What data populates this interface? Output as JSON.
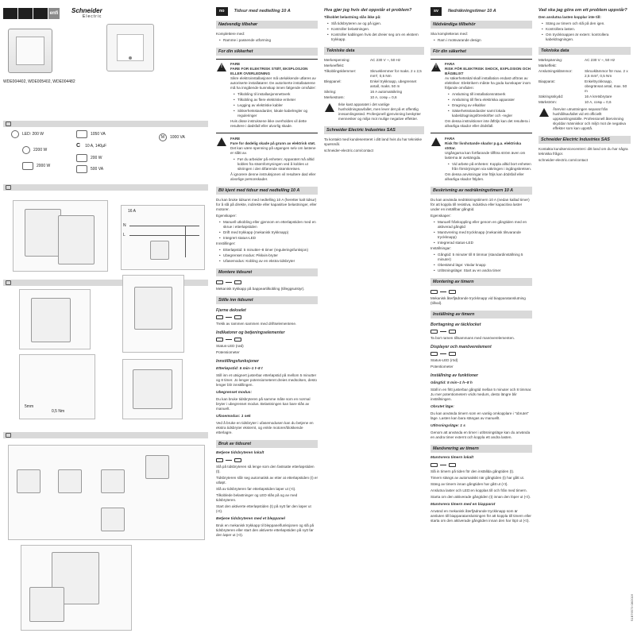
{
  "cover": {
    "lang_tag": "enfi",
    "brand_name": "Schneider",
    "brand_sub": "Electric",
    "refs": "WDE004402, WDE005402, WDE004482"
  },
  "loads": {
    "items": [
      {
        "label": "LED: 200 W"
      },
      {
        "label": "2200 W"
      },
      {
        "label": "2000 W"
      },
      {
        "label": "1050 VA"
      },
      {
        "label": "10 A, 140µF"
      },
      {
        "label": "200 W"
      },
      {
        "label": "500 VA"
      },
      {
        "label": "1000 VA"
      }
    ],
    "marker_c": "C",
    "marker_m": "M"
  },
  "wiring": {
    "fuse": "16 A",
    "n": "N",
    "l": "L",
    "length": "5mm",
    "nm": "0,5 Nm"
  },
  "no": {
    "lang": "no",
    "title": "Tidsur med nedtelling 10 A",
    "sec_tools": "Nødvendig tilbehør",
    "tools_intro": "Komplettere med:",
    "tools_item": "Ramme i passende utforming",
    "sec_safety": "For din sikkerhet",
    "danger_label": "FARE",
    "danger_title": "FARE FOR ELEKTRISK STØT, EKSPLOSJON ELLER OVERLEDNING",
    "danger_p1": "Sikre elektroinstallasjoner må utelukkende utføres av autoriserte installatører. De autoriserte installatørene må ha inngående kunnskap innen følgende områder:",
    "danger_list": [
      "Tilkobling til installasjonsnettverk",
      "Tilkobling av flere elektriske enheter",
      "Legging av elektriske kabler",
      "Sikkerhetsstandarder, lokale kabelregler og reguleringer"
    ],
    "danger_p2": "Hvis disse instruksene ikke overholdes vil dette resultere i dødsfall eller alvorlig skade.",
    "danger2_label": "FARE",
    "danger2_title": "Fare for dødelig skade på grunn av elektrisk støt.",
    "danger2_p": "Det kan være spenning på utgangen selv om lastene er slått av.",
    "danger2_list": [
      "Før du arbeider på enheten: Apparatet må alltid kobles fra strømforsyningen ved å kobles ut sikringen i den tilførende strømkretsen."
    ],
    "danger2_p2": "Å ignorere denne instruksjonen vil resultere død eller alvorlige personskader.",
    "sec_meet": "Bli kjent med tidsur med nedtelling 10 A",
    "meet_p1": "Du kan bruke tidsuret med nedtelling 10 A (heretter kalt tidsur) for å slå på direkte, indirekte eller kapasitive belastninger, eller motorer.",
    "meet_props": "Egenskaper:",
    "meet_list": [
      "Manuell utkobling eller gjennom en etterløpstiden med en skrue i etterløpstiden",
      "Drift med trykkapp (mekanisk trykknapp)",
      "Integrert status-LED"
    ],
    "meet_inst": "Innstillinger:",
    "meet_list2": [
      "Etterløpstid: 5 minutter–8 timer (reguleringsfunksjon)",
      "Ubegrenset modus: Pikkvis-bryter",
      "Ufasemodus: Kobling av en ekstra tidsbryter"
    ],
    "sec_mount": "Montere tidsuret",
    "mount_p": "Mekanisk trykkapp på bappeartilkobling (tilleggsutstyr).",
    "sec_set": "Stille inn tidsuret",
    "set_remove": "Fjerne dekselet",
    "set_remove_p": "Trekk av rammen sammen med driftselementene.",
    "set_indic": "Indikatorer og betjeningselementer",
    "set_indic_l1": "Status-LED (rød)",
    "set_indic_l2": "Potensiometer",
    "set_func": "Innstillingsfunksjoner",
    "set_f1": "Etterløpstid: 5 min–1 t–8 t",
    "set_f1_p": "Still inn et utsignert justerbar etterløpstid på mellom 5 minutter og 8 timer. Jo lenger potensiometeret dreies medsolsen, desto lenger blir innstillingen.",
    "set_f2": "Ubegrenset modus:",
    "set_f2_p": "Du kan bruke tidsbryteren på samme måte som en normal bryter i ubegrenset modus. Belastningen kan bare slås av manuelt.",
    "set_f3": "Ufasemodus: 1 sek",
    "set_f3_p": "Ved å bruke en tidsbryter i ufasemodusen kan du betjene en ekstra tidsbryter eksternt, og enkle motorer/blokkende etterlagre.",
    "sec_use": "Bruk av tidsuret",
    "use_a": "Betjene tidsbryteren lokalt",
    "use_a_l1": "Slå på tidsbryteren så lenge som den fastsatte etterløpstiden (t).",
    "use_a_l2": "Tidsbryteren slår seg automatisk av etter at etterløpstiden (t) er utløpt.",
    "use_a_l3": "Slå av tidsbryteren før etterløpstiden løper ut (<t).",
    "use_a_p": "Tilkoblede belastninger og LED slås på og av med tidsbryteren.",
    "use_a_l4": "Start den aktiverte etterløpstiden (t) på nytt før den løper ut (<t).",
    "use_b": "Betjene tidsbryteren med et bleppanel",
    "use_b_p": "Bruk en mekanisk trykkapp til bleppanelfunksjonen og slå på tidsbryteren eller start den aktiverte etterløpstiden på nytt før den løper ut (<t)."
  },
  "no2": {
    "q_title": "Hva gjør jeg hvis det oppstår et problem?",
    "q_sub": "Tilkoblet belastning slås ikke på:",
    "q_list": [
      "Slå tidsbryteren av og på igjen.",
      "Kontroller belastningen.",
      "Kontroller kablingen hvis det dreier seg om en ekstern trykkapp."
    ],
    "sec_tech": "Tekniske data",
    "tech": [
      {
        "k": "Merkespenning:",
        "v": "AC 230 V ~, 50 Hz"
      },
      {
        "k": "Merkeeffekt:",
        "v": ""
      },
      {
        "k": "Tilkoblingsklemmer:",
        "v": "Skrueklemmer for maks. 2 x 2,5 mm², 0,5 Nm"
      },
      {
        "k": "Bleppanel:",
        "v": "Enkel trykknapp, ubegrenset antall, maks. 50 m"
      },
      {
        "k": "Sikring:",
        "v": "16 A automatsikring"
      },
      {
        "k": "Merkestrøm:",
        "v": "10 A, cosφ = 0,6"
      }
    ],
    "tech_note": "Ikke kast apparatet i det vanlige husholdningsavfallet, men lever det på et offentlig innsamlingssted. Profesjonell gjenvinning beskytter mennesker og miljø mot mulige negative effekter.",
    "sec_company": "Schneider Electric Industries SAS",
    "company_p": "Ta kontakt med kundesenteret i ditt land hvis du har tekniske spørsmål.",
    "company_url": "schneider-electric.com/contact"
  },
  "sv": {
    "lang": "sv",
    "title": "Nedräkningstimer 10 A",
    "sec_tools": "Nödvändiga tillbehör",
    "tools_intro": "Ska kompletteras med:",
    "tools_item": "Ram i motsvarande design",
    "sec_safety": "För din säkerhet",
    "danger_label": "FARA",
    "danger_title": "RISK FÖR ELEKTRISK SHOCK, EXPLOSION OCH BÅGBLIXT",
    "danger_p1": "Av säkerhetsskäl skall installation endast utföras av elektriker. Elektrikern måste ha goda kunskaper inom följande områden:",
    "danger_list": [
      "Anslutning till installationsnätverk",
      "Anslutning till flera elektriska apparater",
      "Dragning av elkablar",
      "Säkerhetsstandarder samt lokala kabeldragningsföreskrifter och -regler"
    ],
    "danger_p2": "Om dessa instruktioner inte åtföljs kan det resultera i allvarliga skador eller dödsfall.",
    "danger2_label": "FARA",
    "danger2_title": "Risk för livshotande skador p.g.a. elektriska stötar.",
    "danger2_p": "Utgångarna kan fortfarande tillföra ström även om lasterna är avstängda.",
    "danger2_list": [
      "Vid arbete på enheten: Koppla alltid bort enheten från försörjningen via säkringen i ingångskretsen."
    ],
    "danger2_p2": "Om dessa anvisningar inte följs kan dödsfall eller allvarliga skador följden.",
    "sec_meet": "Beskrivning av nedräkningstimern 10 A",
    "meet_p1": "Du kan använda nedräkningstimern 10 A (nedan kallad timer) för att koppla till resistiva, induktiva eller kapacitiva laster under en inställbar gångtid.",
    "meet_props": "Egenskaper:",
    "meet_list": [
      "Manuell frånkoppling eller genom en gångtiden med en aktiverad gångtid",
      "Manövrering med tryckknapp (mekanisk tilsvarande tryckknapp)",
      "Integrerad status-LED"
    ],
    "meet_inst": "Inställningar:",
    "meet_list2": [
      "Gångtid: 5 minuter till 8 timmar (standardinställning 5 minuter)",
      "Obestämd läge: Växlar knapp",
      "Utlösningsläge: Start av en andra timer"
    ],
    "sec_mount": "Montering av timern",
    "mount_p": "Mekanisk återfjädrande tryckknapp vid biapparatanslutning (tillval).",
    "sec_set": "Inställning av timern",
    "set_remove": "Borttagning av täcklocket",
    "set_remove_p": "Ta bort ramen tillsammans med manöverelementen.",
    "set_indic": "Displayer och manöverelement",
    "set_indic_l1": "Status-LED (röd)",
    "set_indic_l2": "Potentiometer",
    "set_func": "Inställning av funktioner",
    "set_f1": "Gångtid: 5 min–1 h–8 h",
    "set_f1_p": "Ställ in en fritt justerbar gångtid mellan 5 minuter och 8 timmar. Ju mer potentiometern vrids medurs, desto längre blir inställningen.",
    "set_f2": "Obrutet läge:",
    "set_f2_p": "Du kan använda timern som en vanlig omkopplare i \"obrutet\" läge. Lasten kan bara stängas av manuellt.",
    "set_f3": "Utlösningsläge: 1 s",
    "set_f3_p": "Genom att använda en timer i utlösningsläge kan du använda en andra timer externt och koppla ett andra lasten.",
    "sec_use": "Manövrering av timern",
    "use_a": "Manövrera timern lokalt",
    "use_a_l1": "Slå in timern på tiden för den inställda gångtiden (t).",
    "use_a_l2": "Timern stängs av automatiskt när gångtiden (t) har gått ut.",
    "use_a_l3": "Stäng av timern innan gångtiden har gått ut (<t).",
    "use_a_p": "Anslutna laster och LED:en kopplas till och från med timern.",
    "use_a_l4": "Starta om den aktiverade gångtiden (t) innan den löper ut (<t).",
    "use_b": "Manövrera timern med en biapparat",
    "use_b_p": "Använd en mekanisk återfjädrande tryckknapp som är ansluten till biapparatanslutningen för att koppla till timern eller starta om den aktiverade gångtiden innan den har löpt ut (<t)."
  },
  "sv2": {
    "q_title": "Vad ska jag göra om ett problem uppstår?",
    "q_sub": "Den anslutna lasten kopplar inte till:",
    "q_list": [
      "Stäng av timern och slå på den igen.",
      "Kontrollera lasten.",
      "Om tryckknappen är extern: kontrollera kabeldragningen."
    ],
    "sec_tech": "Tekniska data",
    "tech": [
      {
        "k": "Märkspänning:",
        "v": "AC 230 V ~, 50 Hz"
      },
      {
        "k": "Märkeffekt:",
        "v": ""
      },
      {
        "k": "Anslutningsklämmor:",
        "v": "Skruvklämmor för max. 2 x 2,5 mm², 0,5 Nm"
      },
      {
        "k": "Biapparat:",
        "v": "Enkeltryckknapp, obegränsat antal, max. 50 m"
      },
      {
        "k": "Säkringsskydd:",
        "v": "16 A kretsbrytare"
      },
      {
        "k": "Märkström:",
        "v": "10 A, cosφ = 0,6"
      }
    ],
    "tech_note": "Återvinn utrustningen separat från hushållsavfallet vid ett officiellt uppsamlingsställe. Professionell återvinning skyddar människor och miljö mot de negativa effekter som kan uppstå.",
    "sec_company": "Schneider Electric Industries SAS",
    "company_p": "Kontakta kundservicecentret i ditt land om du har några tekniska frågor.",
    "company_url": "schneider-electric.com/contact"
  },
  "doc_code": "S1B76573 08/2016"
}
